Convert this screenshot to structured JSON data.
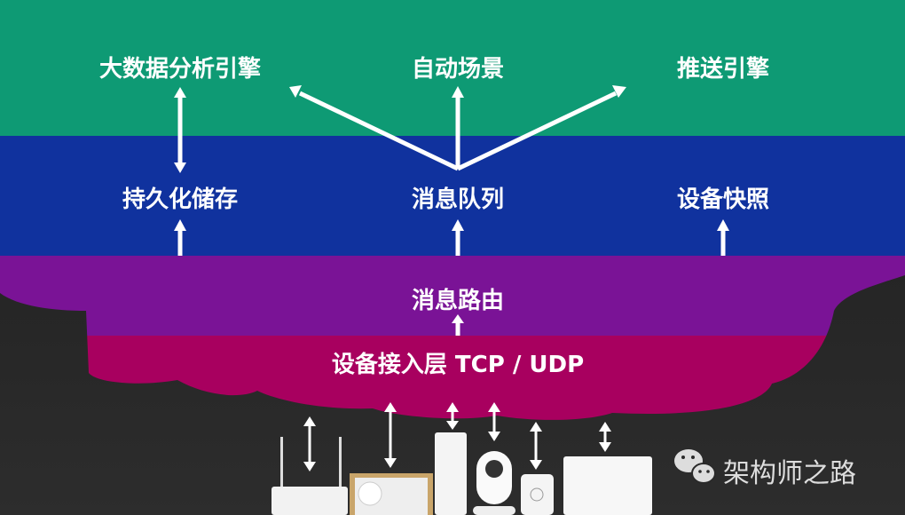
{
  "layers": {
    "top": {
      "items": [
        "大数据分析引擎",
        "自动场景",
        "推送引擎"
      ],
      "color": "#0e9a74"
    },
    "middle": {
      "items": [
        "持久化储存",
        "消息队列",
        "设备快照"
      ],
      "color": "#10329e"
    },
    "routing": {
      "label": "消息路由",
      "color": "#7a1396"
    },
    "access": {
      "label": "设备接入层 TCP / UDP",
      "color": "#a8005f"
    }
  },
  "watermark": {
    "icon": "wechat-icon",
    "text": "架构师之路"
  }
}
